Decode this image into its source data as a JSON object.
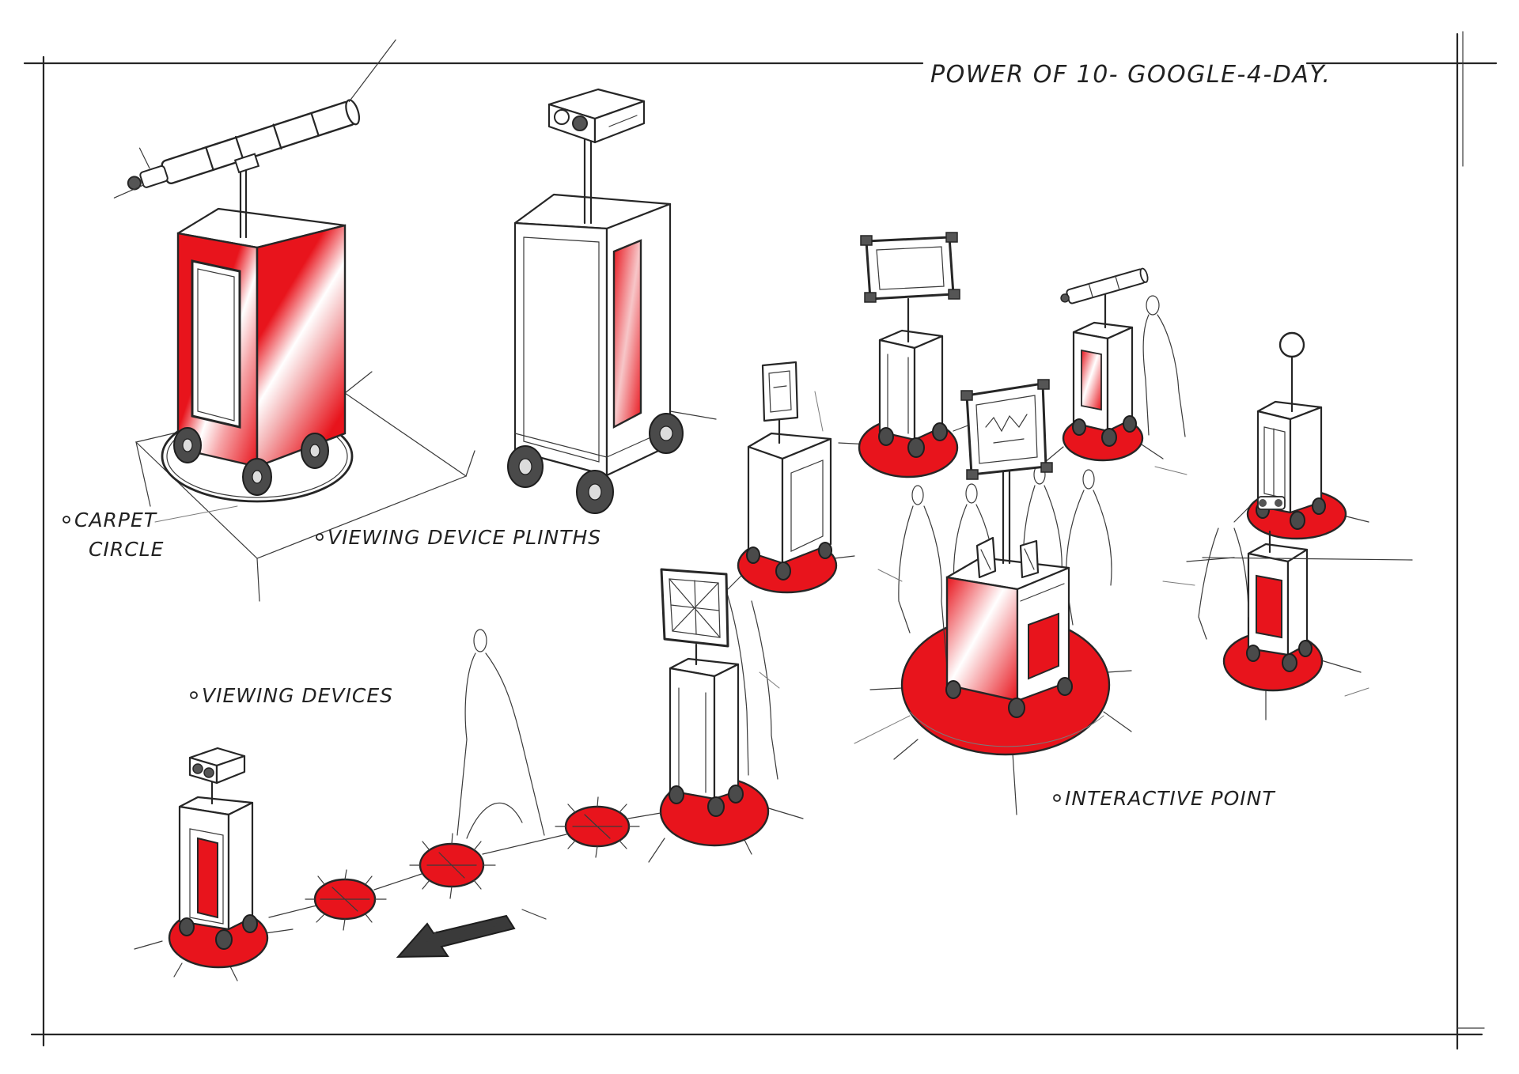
{
  "title": "POWER OF 10- GOOGLE-4-DAY.",
  "labels": {
    "carpet_circle": [
      "CARPET",
      "CIRCLE"
    ],
    "viewing_device_plinths": "VIEWING DEVICE PLINTHS",
    "viewing_devices": "VIEWING DEVICES",
    "interactive_point": "INTERACTIVE POINT"
  },
  "colors": {
    "accent": "#e8141c",
    "ink": "#262626",
    "paper": "#ffffff"
  }
}
